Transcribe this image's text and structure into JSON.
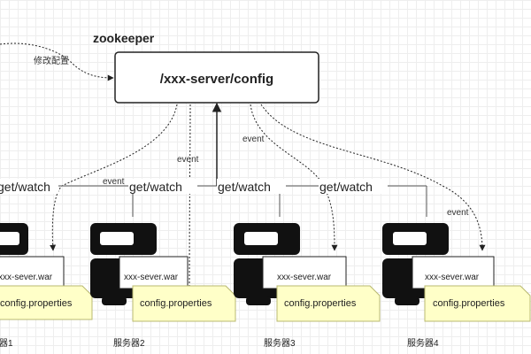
{
  "diagram": {
    "title": "zookeeper",
    "config_path": "/xxx-server/config",
    "modify_label": "修改配置",
    "event_label": "event",
    "get_watch_label": "get/watch",
    "war_label": "xxx-sever.war",
    "properties_label": "config.properties",
    "servers": [
      {
        "label": "器1"
      },
      {
        "label": "服务器2"
      },
      {
        "label": "服务器3"
      },
      {
        "label": "服务器4"
      }
    ]
  }
}
